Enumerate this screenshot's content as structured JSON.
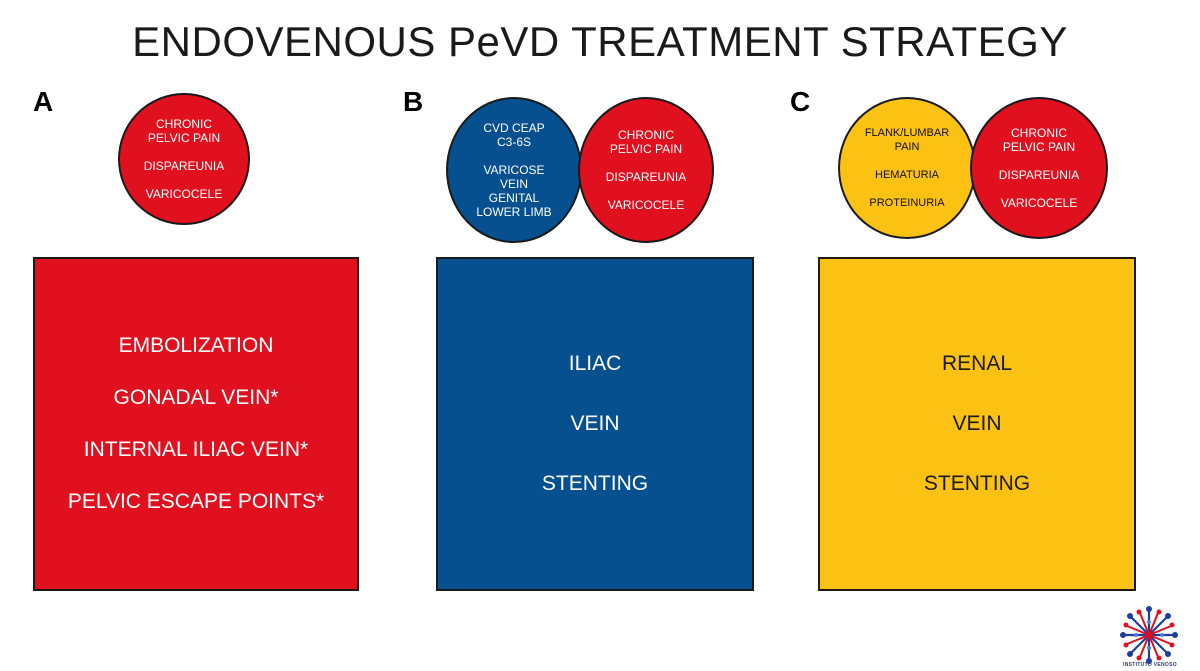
{
  "title": "ENDOVENOUS PeVD TREATMENT STRATEGY",
  "panels": {
    "a": {
      "letter": "A",
      "circle": [
        "CHRONIC",
        "PELVIC PAIN",
        "DISPAREUNIA",
        "VARICOCELE"
      ],
      "box": [
        "EMBOLIZATION",
        "GONADAL VEIN*",
        "INTERNAL ILIAC VEIN*",
        "PELVIC ESCAPE POINTS*"
      ]
    },
    "b": {
      "letter": "B",
      "circle_left": [
        "CVD CEAP",
        "C3-6S",
        "VARICOSE",
        "VEIN",
        "GENITAL",
        "LOWER LIMB"
      ],
      "circle_right": [
        "CHRONIC",
        "PELVIC PAIN",
        "DISPAREUNIA",
        "VARICOCELE"
      ],
      "box": [
        "ILIAC",
        "VEIN",
        "STENTING"
      ]
    },
    "c": {
      "letter": "C",
      "circle_left": [
        "FLANK/LUMBAR",
        "PAIN",
        "HEMATURIA",
        "PROTEINURIA"
      ],
      "circle_right": [
        "CHRONIC",
        "PELVIC PAIN",
        "DISPAREUNIA",
        "VARICOCELE"
      ],
      "box": [
        "RENAL",
        "VEIN",
        "STENTING"
      ]
    }
  },
  "logo": {
    "text": "INSTITUTO VENOSO",
    "icon": "network-dots-logo"
  },
  "colors": {
    "red": "#e0101e",
    "blue": "#07508f",
    "yellow": "#fbc113"
  }
}
